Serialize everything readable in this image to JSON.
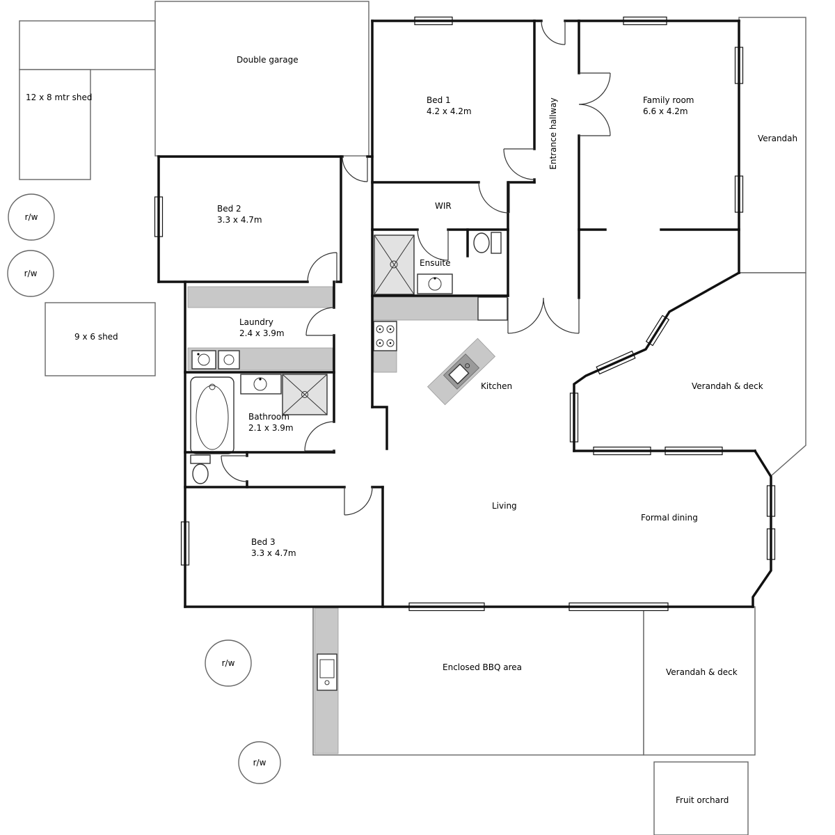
{
  "rooms": {
    "double_garage": {
      "label": "Double garage"
    },
    "bed1": {
      "label": "Bed 1",
      "dims": "4.2 x 4.2m"
    },
    "entrance_hallway": {
      "label": "Entrance hallway"
    },
    "family_room": {
      "label": "Family room",
      "dims": "6.6 x 4.2m"
    },
    "verandah_right": {
      "label": "Verandah"
    },
    "bed2": {
      "label": "Bed 2",
      "dims": "3.3 x 4.7m"
    },
    "wir": {
      "label": "WIR"
    },
    "ensuite": {
      "label": "Ensuite"
    },
    "laundry": {
      "label": "Laundry",
      "dims": "2.4 x 3.9m"
    },
    "kitchen": {
      "label": "Kitchen"
    },
    "verandah_deck_east": {
      "label": "Verandah & deck"
    },
    "bathroom": {
      "label": "Bathroom",
      "dims": "2.1 x 3.9m"
    },
    "living": {
      "label": "Living"
    },
    "formal_dining": {
      "label": "Formal dining"
    },
    "bed3": {
      "label": "Bed 3",
      "dims": "3.3 x 4.7m"
    },
    "bbq": {
      "label": "Enclosed BBQ area"
    },
    "verandah_deck_south": {
      "label": "Verandah & deck"
    }
  },
  "outbuildings": {
    "shed_12x8": {
      "label": "12 x 8 mtr shed"
    },
    "shed_9x6": {
      "label": "9 x 6 shed"
    },
    "fruit_orchard": {
      "label": "Fruit orchard"
    }
  },
  "water_tanks": {
    "tank1": {
      "label": "r/w"
    },
    "tank2": {
      "label": "r/w"
    },
    "tank3": {
      "label": "r/w"
    },
    "tank4": {
      "label": "r/w"
    }
  },
  "colors": {
    "wall": "#111111",
    "counter": "#c8c8c8",
    "background": "#ffffff"
  }
}
